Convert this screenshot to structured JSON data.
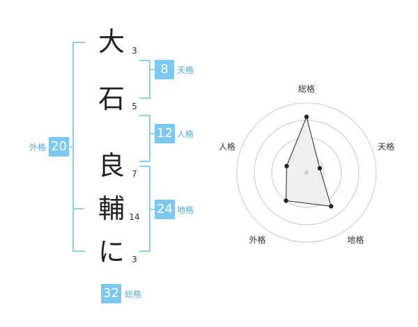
{
  "name": {
    "chars": [
      {
        "char": "大",
        "strokes": "3"
      },
      {
        "char": "石",
        "strokes": "5"
      },
      {
        "char": "良",
        "strokes": "7"
      },
      {
        "char": "輔",
        "strokes": "14"
      },
      {
        "char": "に",
        "strokes": "3"
      }
    ]
  },
  "scores": {
    "ten": {
      "label": "天格",
      "value": "8"
    },
    "jin": {
      "label": "人格",
      "value": "12"
    },
    "chi": {
      "label": "地格",
      "value": "24"
    },
    "gai": {
      "label": "外格",
      "value": "20"
    },
    "sou": {
      "label": "総格",
      "value": "32"
    }
  },
  "chart_data": {
    "type": "radar",
    "axes": [
      "総格",
      "天格",
      "地格",
      "外格",
      "人格"
    ],
    "values": [
      32,
      8,
      24,
      20,
      12
    ],
    "rings": 4,
    "colors": {
      "fill": "#efefef",
      "line": "#222222",
      "grid": "#c8c8c8"
    }
  },
  "colors": {
    "accent": "#7cc8f0",
    "label": "#56a9d9"
  }
}
